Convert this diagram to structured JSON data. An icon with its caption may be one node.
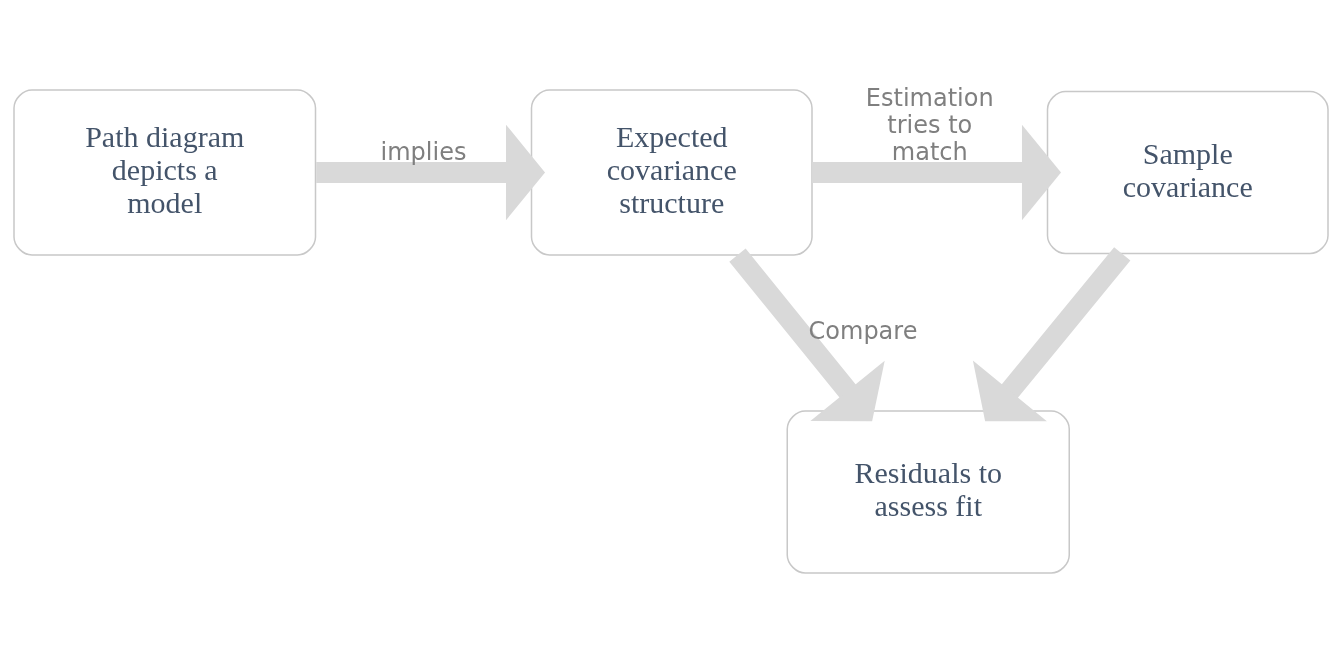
{
  "diagram": {
    "nodes": [
      {
        "text": [
          "Path diagram depicts a model"
        ]
      },
      {
        "text": [
          "Expected covariance structure"
        ]
      },
      {
        "text": [
          "Sample covariance"
        ]
      },
      {
        "text": [
          "Residuals to assess fit"
        ]
      }
    ],
    "edges": [
      {
        "from": 0,
        "to": 1,
        "arrow": "to",
        "label": "implies"
      },
      {
        "from": 1,
        "to": 2,
        "arrow": "to",
        "label": "Estimation tries to match"
      },
      {
        "from": 1,
        "to": 3,
        "arrow": "to",
        "label": "Compare"
      },
      {
        "from": 2,
        "to": 3,
        "arrow": "to"
      }
    ]
  }
}
